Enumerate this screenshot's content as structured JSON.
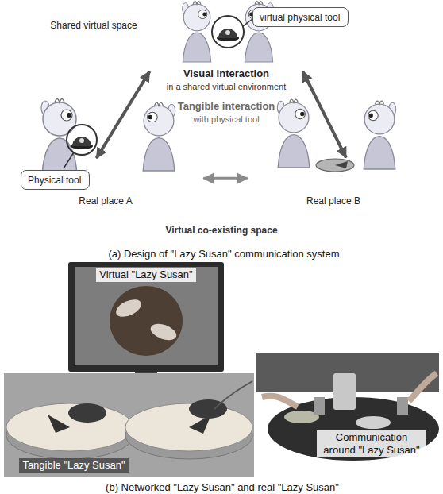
{
  "diagram": {
    "nodes": [
      {
        "text": [
          "Shared virtual space"
        ]
      },
      {
        "text": [
          "virtual physical tool"
        ]
      },
      {
        "text": [
          "Virtual co-existing space"
        ]
      },
      {
        "text": [
          "Real place A"
        ],
        "in": 2
      },
      {
        "text": [
          "Physical tool"
        ],
        "in": 2
      },
      {
        "text": [
          "Real place B"
        ],
        "in": 2
      },
      {
        "text": [
          "Virtual \"Lazy Susan\"",
          "Tangible \"Lazy Susan\""
        ]
      },
      {
        "text": [
          "Communication around \"Lazy Susan\""
        ]
      }
    ],
    "edges": [
      {
        "from": 0,
        "to": 3,
        "arrow": "both"
      },
      {
        "from": 0,
        "to": 5,
        "arrow": "both"
      },
      {
        "from": 3,
        "to": 5,
        "arrow": "both"
      }
    ],
    "labels": [
      "Visual interaction",
      "in a shared virtual environment",
      "Tangible interaction",
      "with physical tool",
      "(a) Design of \"Lazy Susan\" communication system",
      "(b) Networked \"Lazy Susan\" and real \"Lazy Susan\""
    ]
  }
}
